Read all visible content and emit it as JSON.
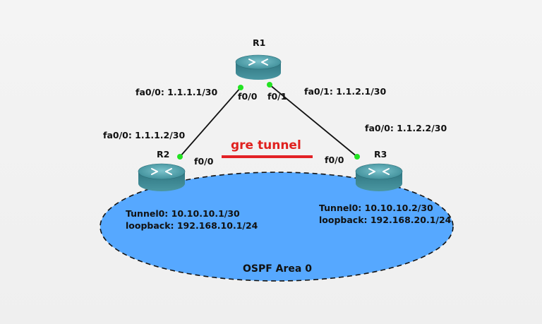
{
  "routers": {
    "r1": {
      "name": "R1"
    },
    "r2": {
      "name": "R2"
    },
    "r3": {
      "name": "R3"
    }
  },
  "links": {
    "r1_r2": {
      "r1_if": "f0/0",
      "r1_addr": "fa0/0: 1.1.1.1/30",
      "r2_if": "f0/0",
      "r2_addr": "fa0/0:  1.1.1.2/30"
    },
    "r1_r3": {
      "r1_if": "f0/1",
      "r1_addr": "fa0/1: 1.1.2.1/30",
      "r3_if": "f0/0",
      "r3_addr": "fa0/0: 1.1.2.2/30"
    }
  },
  "tunnel": {
    "label": "gre tunnel",
    "color": "#e32226"
  },
  "r2_config": {
    "tunnel": "Tunnel0:   10.10.10.1/30",
    "loopback": "loopback: 192.168.10.1/24"
  },
  "r3_config": {
    "tunnel": "Tunnel0:   10.10.10.2/30",
    "loopback": "loopback: 192.168.20.1/24"
  },
  "area": {
    "label": "OSPF Area 0",
    "fill": "#56a8ff"
  },
  "colors": {
    "router_body": "#3f8e98",
    "router_top": "#5aa9b3",
    "link_dot": "#22e322"
  }
}
